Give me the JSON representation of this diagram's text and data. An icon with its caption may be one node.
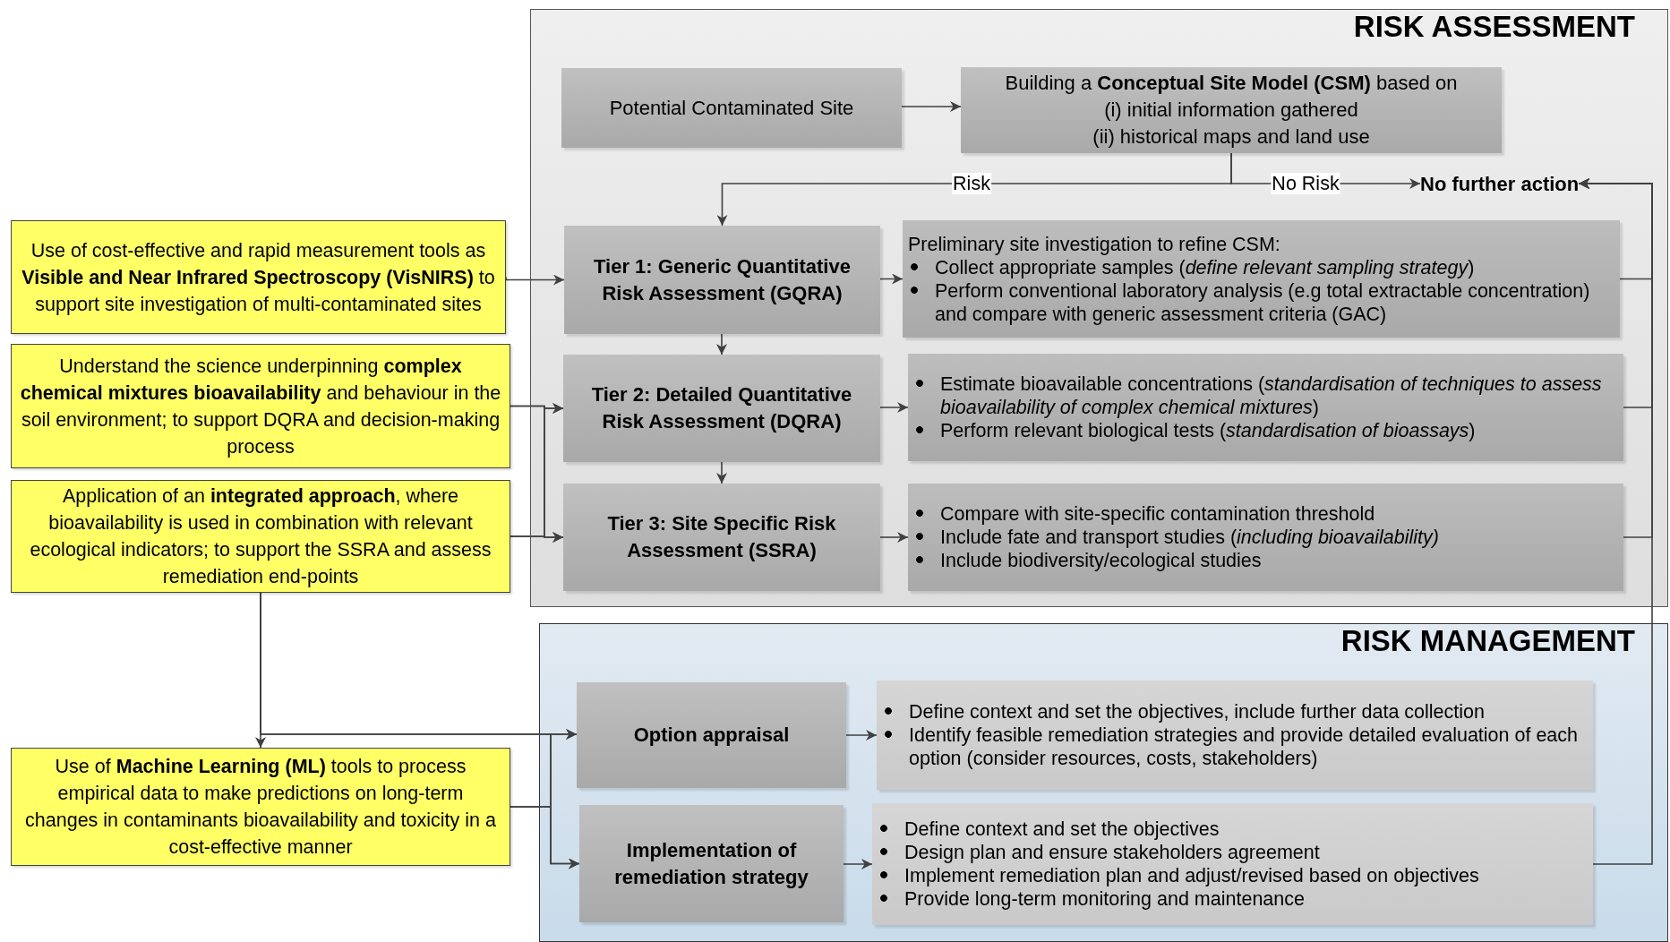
{
  "diagram": {
    "nodes": [
      {
        "text": [
          "RISK ASSESSMENT"
        ]
      },
      {
        "text": [
          "Potential Contaminated Site"
        ],
        "in": 0
      },
      {
        "text": [
          "Building a **Conceptual Site Model (CSM)** based on",
          "(i) initial information gathered",
          "(ii) historical maps and land use"
        ],
        "in": 0
      },
      {
        "text": [
          "No further action"
        ],
        "in": 0
      },
      {
        "text": [
          "Tier 1: Generic Quantitative Risk Assessment (GQRA)"
        ],
        "in": 0
      },
      {
        "text": [
          "Preliminary site investigation to refine CSM:",
          "Collect appropriate samples (*define relevant sampling strategy*)",
          "Perform conventional laboratory analysis (e.g total extractable concentration) and compare with generic assessment criteria (GAC)"
        ],
        "in": 0
      },
      {
        "text": [
          "Tier 2: Detailed Quantitative Risk Assessment (DQRA)"
        ],
        "in": 0
      },
      {
        "text": [
          "Estimate bioavailable concentrations (*standardisation of techniques to assess bioavailability of complex chemical mixtures*)",
          "Perform relevant biological tests (*standardisation of bioassays*)"
        ],
        "in": 0
      },
      {
        "text": [
          "Tier 3: Site Specific Risk Assessment (SSRA)"
        ],
        "in": 0
      },
      {
        "text": [
          "Compare with site-specific contamination threshold",
          "Include fate and transport studies (*including bioavailability)*",
          "Include biodiversity/ecological studies"
        ],
        "in": 0
      },
      {
        "text": [
          "RISK MANAGEMENT"
        ]
      },
      {
        "text": [
          "Option appraisal"
        ],
        "in": 10
      },
      {
        "text": [
          "Define context and set the objectives, include further data collection",
          "Identify feasible remediation strategies and provide detailed evaluation of each option (consider resources, costs, stakeholders)"
        ],
        "in": 10
      },
      {
        "text": [
          "Implementation of remediation strategy"
        ],
        "in": 10
      },
      {
        "text": [
          "Define context and set the objectives",
          "Design plan and ensure stakeholders agreement",
          "Implement remediation plan and adjust/revised based on objectives",
          "Provide long-term monitoring and maintenance"
        ],
        "in": 10
      },
      {
        "text": [
          "Use of cost-effective and rapid measurement tools as **Visible and Near Infrared Spectroscopy (VisNIRS)** to support site investigation of multi-contaminated sites"
        ]
      },
      {
        "text": [
          "Understand the science underpinning **complex chemical mixtures bioavailability** and behaviour in the soil environment; to support DQRA and decision-making process"
        ]
      },
      {
        "text": [
          "Application of an **integrated approach**, where bioavailability is used in combination with relevant ecological indicators; to support the SSRA and assess remediation end-points"
        ]
      },
      {
        "text": [
          "Use of **Machine Learning (ML)** tools to process empirical data to make predictions on long-term changes in contaminants bioavailability and toxicity in a cost-effective manner"
        ]
      }
    ],
    "edges": [
      {
        "from": 1,
        "to": 2,
        "arrow": "to"
      },
      {
        "from": 2,
        "to": 4,
        "arrow": "to",
        "label": "Risk"
      },
      {
        "from": 2,
        "to": 3,
        "arrow": "to",
        "label": "No Risk"
      },
      {
        "from": 4,
        "to": 5,
        "arrow": "to"
      },
      {
        "from": 4,
        "to": 6,
        "arrow": "to"
      },
      {
        "from": 6,
        "to": 7,
        "arrow": "to"
      },
      {
        "from": 6,
        "to": 8,
        "arrow": "to"
      },
      {
        "from": 8,
        "to": 9,
        "arrow": "to"
      },
      {
        "from": 5,
        "to": 3,
        "arrow": "to"
      },
      {
        "from": 7,
        "to": 3,
        "arrow": "to"
      },
      {
        "from": 9,
        "to": 3,
        "arrow": "to"
      },
      {
        "from": 14,
        "to": 3,
        "arrow": "to"
      },
      {
        "from": 15,
        "to": 4,
        "arrow": "to"
      },
      {
        "from": 16,
        "to": 6,
        "arrow": "to"
      },
      {
        "from": 16,
        "to": 8,
        "arrow": "to"
      },
      {
        "from": 17,
        "to": 6,
        "arrow": "to"
      },
      {
        "from": 17,
        "to": 8,
        "arrow": "to"
      },
      {
        "from": 17,
        "to": 18,
        "arrow": "to"
      },
      {
        "from": 17,
        "to": 11,
        "arrow": "to"
      },
      {
        "from": 17,
        "to": 13,
        "arrow": "to"
      },
      {
        "from": 18,
        "to": 11,
        "arrow": "to"
      },
      {
        "from": 18,
        "to": 13,
        "arrow": "to"
      },
      {
        "from": 11,
        "to": 12,
        "arrow": "to"
      },
      {
        "from": 13,
        "to": 14,
        "arrow": "to"
      }
    ]
  }
}
